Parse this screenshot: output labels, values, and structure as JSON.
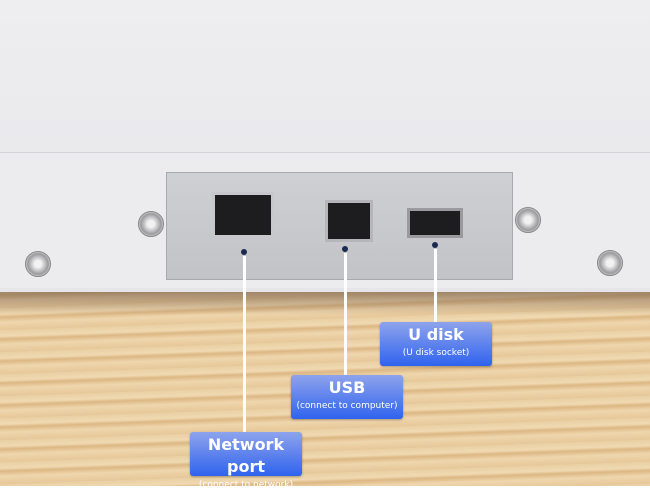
{
  "labels": {
    "u_disk": {
      "title": "U disk",
      "subtitle": "(U disk socket)"
    },
    "usb": {
      "title": "USB",
      "subtitle": "(connect to computer)"
    },
    "network": {
      "title": "Network port",
      "subtitle": "(connect to network)"
    }
  },
  "colors": {
    "label_top": "#8ea3ec",
    "label_bottom": "#2f63ee",
    "panel": "#c8c9cd",
    "wood": "#e9cfa3"
  }
}
